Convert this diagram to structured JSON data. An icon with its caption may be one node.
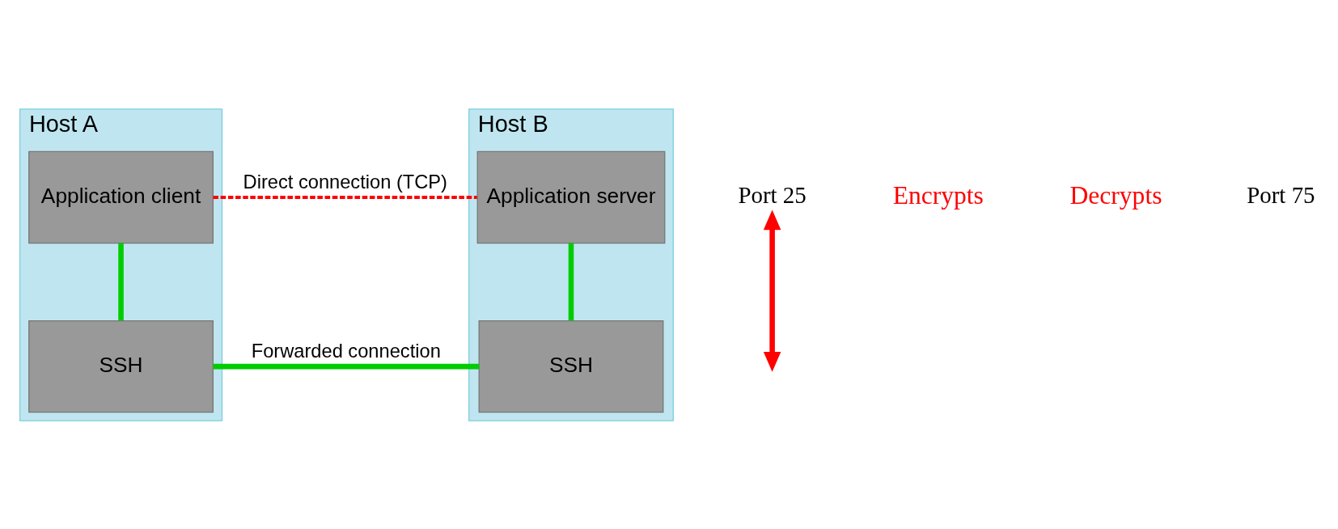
{
  "diagram": {
    "nodes": [
      {
        "text": [
          "Host A"
        ]
      },
      {
        "text": [
          "Application client"
        ],
        "in": 0
      },
      {
        "text": [
          "SSH"
        ],
        "in": 0
      },
      {
        "text": [
          "Host B"
        ]
      },
      {
        "text": [
          "Application server"
        ],
        "in": 3
      },
      {
        "text": [
          "SSH"
        ],
        "in": 3
      },
      {
        "text": [
          "Port 25"
        ]
      }
    ],
    "edges": [
      {
        "from": 1,
        "to": 4,
        "arrow": "none",
        "style": "dashed",
        "color": "#ff0000",
        "label": "Direct connection (TCP)"
      },
      {
        "from": 1,
        "to": 2,
        "arrow": "none"
      },
      {
        "from": 2,
        "to": 5,
        "arrow": "none",
        "label": "Forwarded connection"
      },
      {
        "from": 5,
        "to": 4,
        "arrow": "none"
      },
      {
        "from": 6,
        "to": null,
        "arrow": "both",
        "color": "#ff0000"
      }
    ],
    "labels": [
      "Encrypts",
      "Decrypts",
      "Port 75"
    ]
  }
}
